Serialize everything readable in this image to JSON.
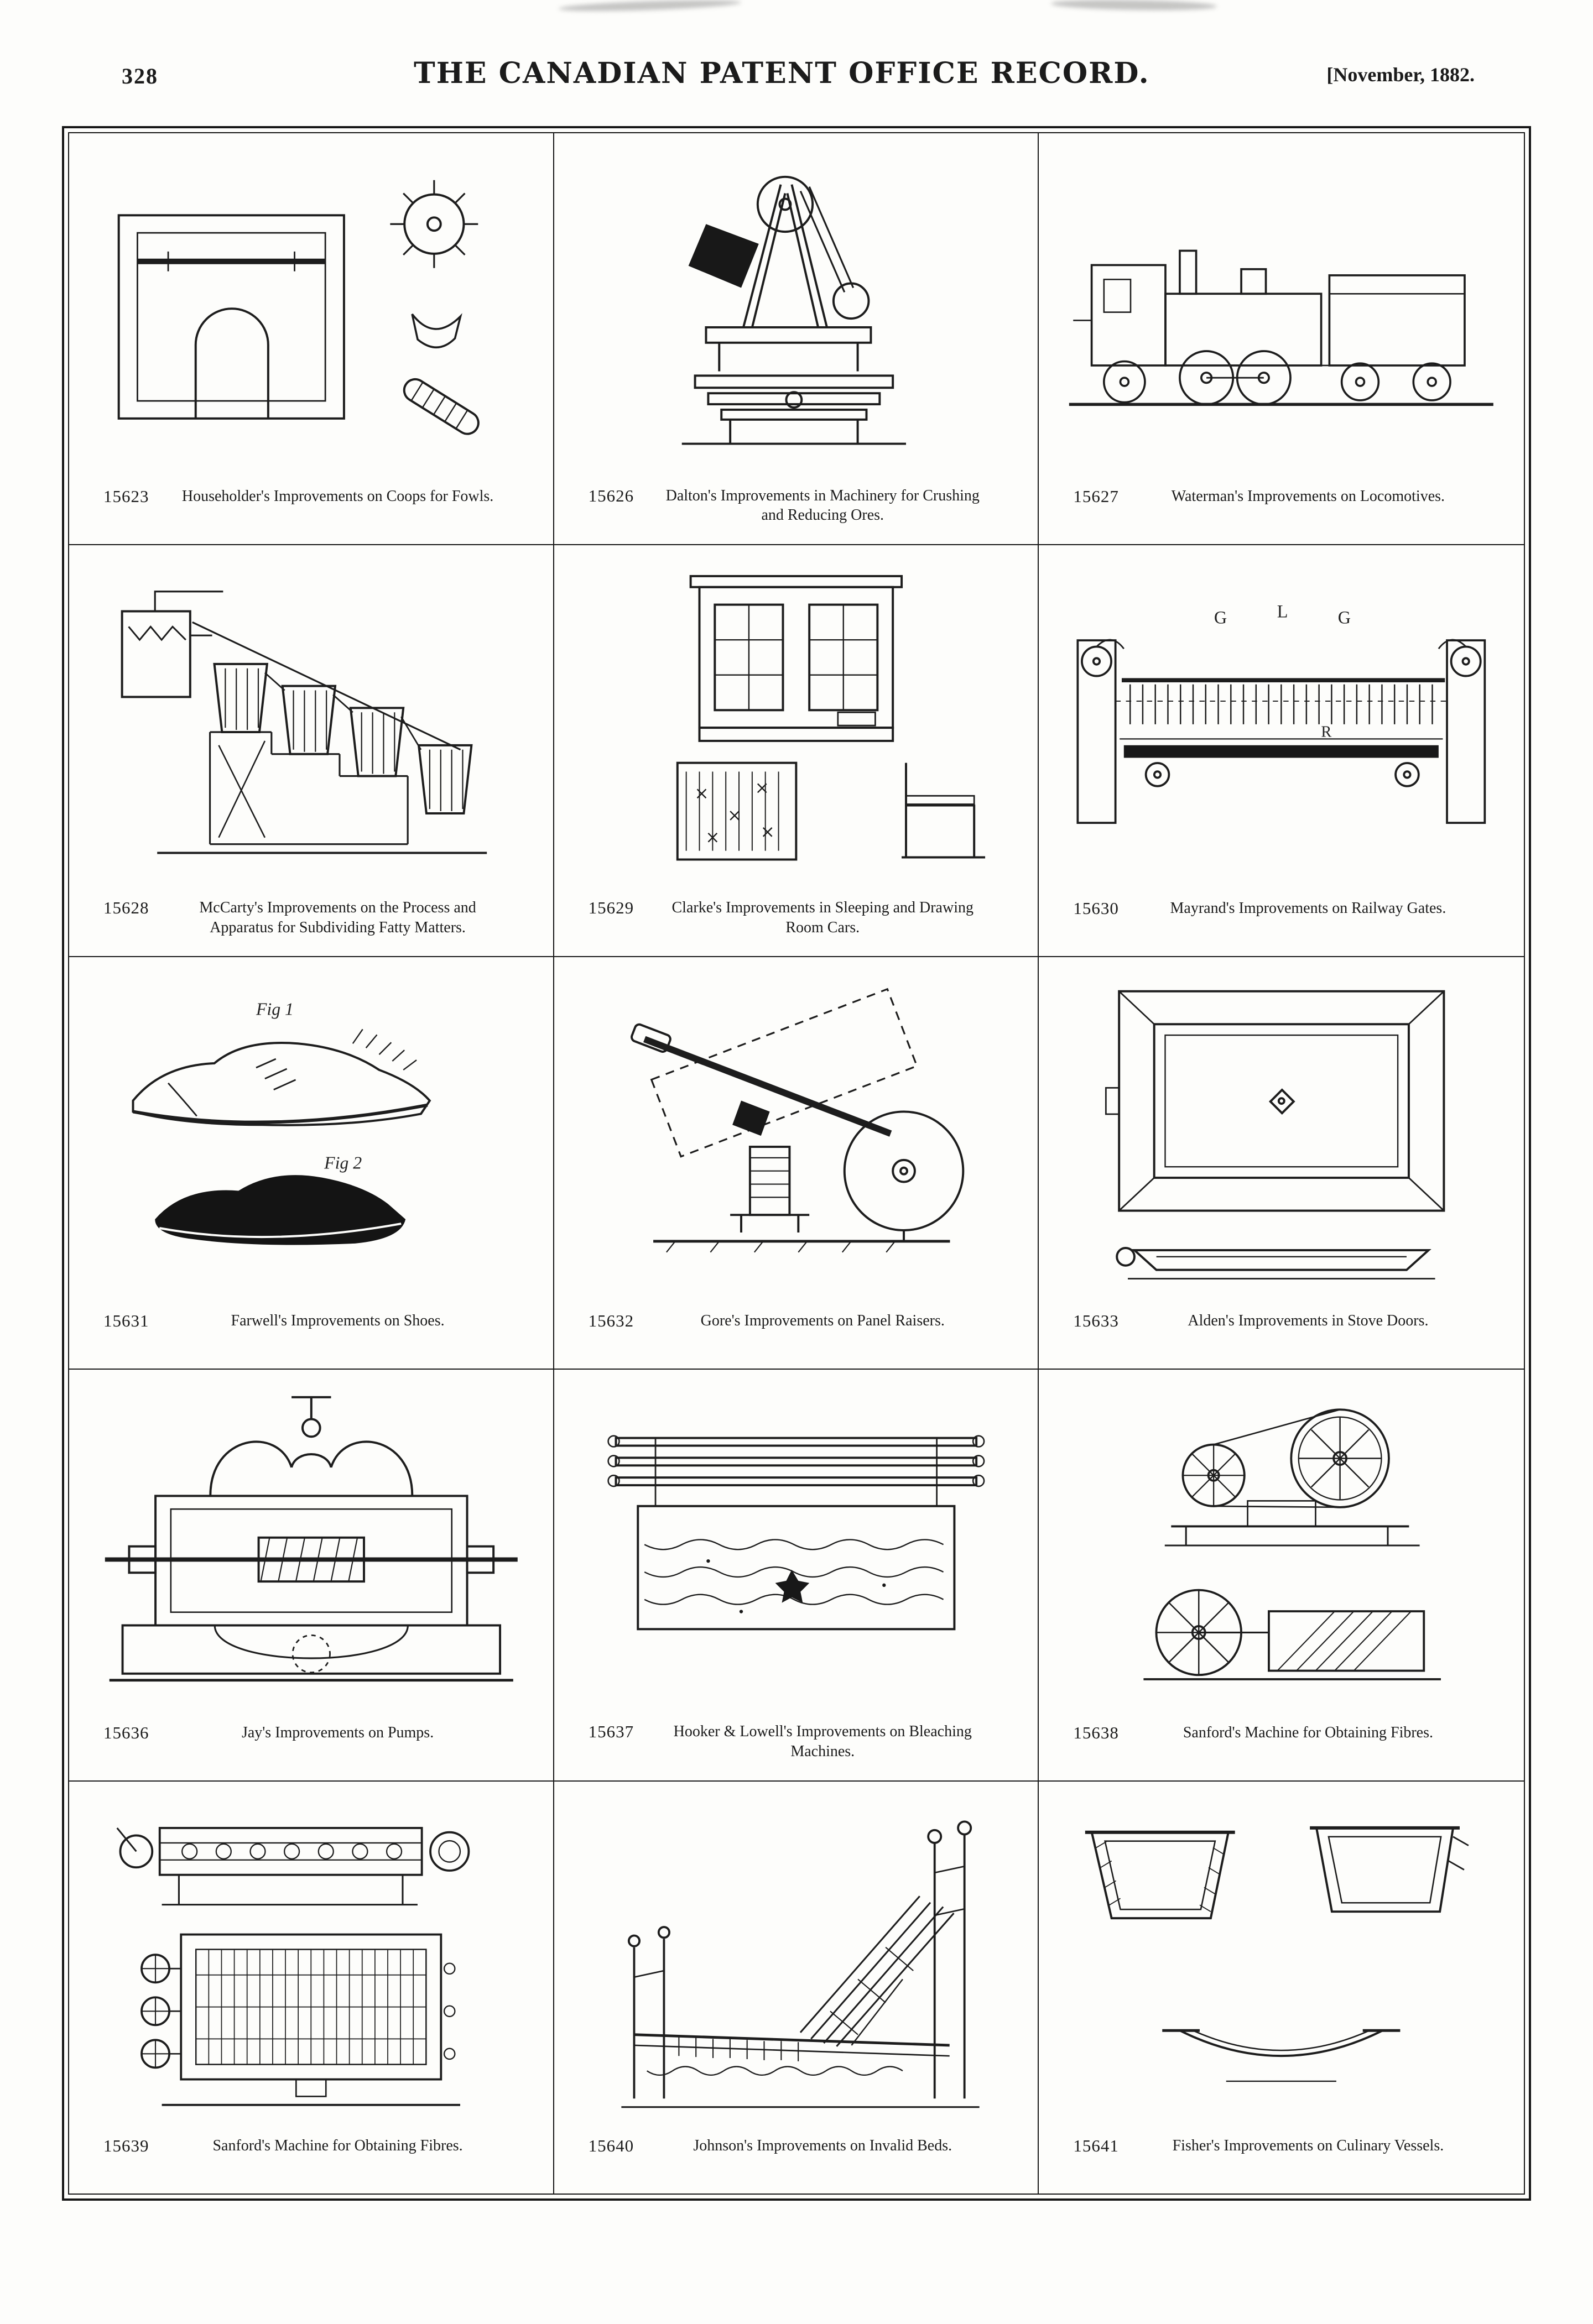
{
  "page": {
    "page_number": "328",
    "title": "THE CANADIAN PATENT OFFICE RECORD.",
    "date": "[November, 1882."
  },
  "accent_colors": {
    "ink": "#1d1d1d",
    "paper": "#fdfdfb"
  },
  "cells": [
    {
      "number": "15623",
      "caption": "Householder's Improvements on Coops for Fowls.",
      "illustration": "fowl-coop-diagram"
    },
    {
      "number": "15626",
      "caption": "Dalton's Improvements in Machinery for Crushing and Reducing Ores.",
      "illustration": "ore-crushing-machine"
    },
    {
      "number": "15627",
      "caption": "Waterman's Improvements on Locomotives.",
      "illustration": "locomotive-side-view"
    },
    {
      "number": "15628",
      "caption": "McCarty's Improvements on the Process and Apparatus for Subdividing Fatty Matters.",
      "illustration": "fat-subdividing-apparatus"
    },
    {
      "number": "15629",
      "caption": "Clarke's Improvements in Sleeping and Drawing Room Cars.",
      "illustration": "sleeping-car-fittings"
    },
    {
      "number": "15630",
      "caption": "Mayrand's Improvements on Railway Gates.",
      "illustration": "railway-gate",
      "annotations": {
        "left_g": "G",
        "center_l": "L",
        "right_g": "G",
        "beam_r": "R"
      }
    },
    {
      "number": "15631",
      "caption": "Farwell's Improvements on Shoes.",
      "illustration": "shoes",
      "annotations": {
        "fig1": "Fig 1",
        "fig2": "Fig 2"
      }
    },
    {
      "number": "15632",
      "caption": "Gore's Improvements on Panel Raisers.",
      "illustration": "panel-raiser"
    },
    {
      "number": "15633",
      "caption": "Alden's Improvements in Stove Doors.",
      "illustration": "stove-door"
    },
    {
      "number": "15636",
      "caption": "Jay's Improvements on Pumps.",
      "illustration": "pump-cross-section"
    },
    {
      "number": "15637",
      "caption": "Hooker & Lowell's Improvements on Bleaching Machines.",
      "illustration": "bleaching-machine"
    },
    {
      "number": "15638",
      "caption": "Sanford's Machine for Obtaining Fibres.",
      "illustration": "fibre-machine"
    },
    {
      "number": "15639",
      "caption": "Sanford's Machine for Obtaining Fibres.",
      "illustration": "fibre-machine-plan"
    },
    {
      "number": "15640",
      "caption": "Johnson's Improvements on Invalid Beds.",
      "illustration": "invalid-bed"
    },
    {
      "number": "15641",
      "caption": "Fisher's Improvements on Culinary Vessels.",
      "illustration": "culinary-vessels"
    }
  ]
}
